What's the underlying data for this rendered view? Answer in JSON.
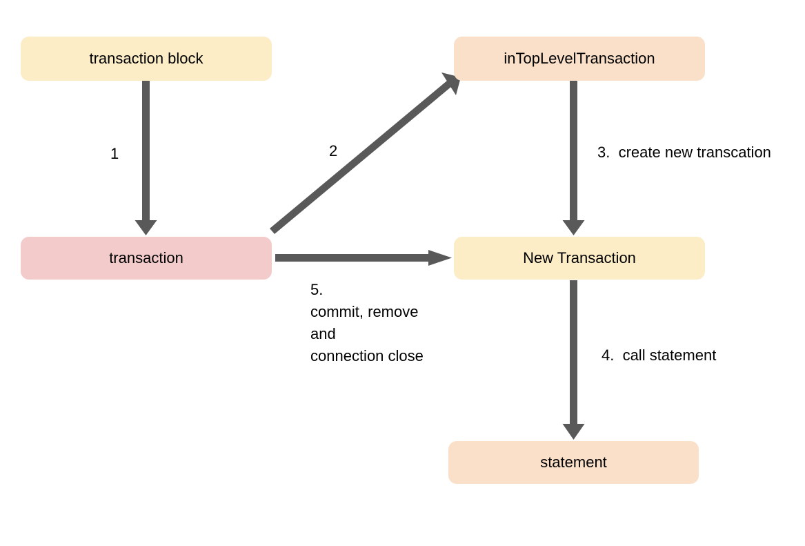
{
  "diagram": {
    "title": "transaction flow diagram",
    "background_color": "#ffffff",
    "arrow_color": "#595959",
    "nodes": [
      {
        "id": "transaction-block",
        "label": "transaction block",
        "color": "#fcedc6"
      },
      {
        "id": "intoplevel",
        "label": "inTopLevelTransaction",
        "color": "#fae0c8"
      },
      {
        "id": "transaction",
        "label": "transaction",
        "color": "#f4cbcb"
      },
      {
        "id": "new-transaction",
        "label": "New Transaction",
        "color": "#fcedc6"
      },
      {
        "id": "statement",
        "label": "statement",
        "color": "#fae0c8"
      }
    ],
    "edges": [
      {
        "id": "edge-1",
        "from": "transaction-block",
        "to": "transaction",
        "label": "1"
      },
      {
        "id": "edge-2",
        "from": "transaction",
        "to": "intoplevel",
        "label": "2"
      },
      {
        "id": "edge-3",
        "from": "intoplevel",
        "to": "new-transaction",
        "label": "3.  create new transcation"
      },
      {
        "id": "edge-4",
        "from": "new-transaction",
        "to": "statement",
        "label": "4.  call statement"
      },
      {
        "id": "edge-5",
        "from": "transaction",
        "to": "new-transaction",
        "label": "5.\ncommit, remove\nand\nconnection close"
      }
    ]
  }
}
